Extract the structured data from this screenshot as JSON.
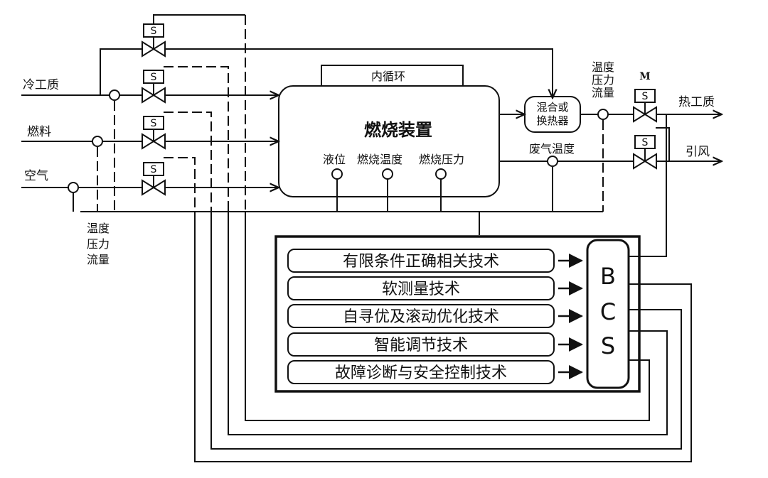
{
  "inputs": {
    "cold_medium": "冷工质",
    "fuel": "燃料",
    "air": "空气"
  },
  "sensor_left": {
    "temperature": "温度",
    "pressure": "压力",
    "flow": "流量"
  },
  "sensor_right": {
    "temperature": "温度",
    "pressure": "压力",
    "flow": "流量"
  },
  "valve_label": "S",
  "motor_label": "M",
  "combustion": {
    "title": "燃烧装置",
    "inner_loop": "内循环",
    "level": "液位",
    "temperature": "燃烧温度",
    "pressure": "燃烧压力"
  },
  "mixer": {
    "line1": "混合或",
    "line2": "换热器"
  },
  "outputs": {
    "hot_medium": "热工质",
    "exhaust_temp": "废气温度",
    "induced_draft": "引风"
  },
  "bcs": {
    "letters": [
      "B",
      "C",
      "S"
    ],
    "techniques": [
      "有限条件正确相关技术",
      "软测量技术",
      "自寻优及滚动优化技术",
      "智能调节技术",
      "故障诊断与安全控制技术"
    ]
  }
}
